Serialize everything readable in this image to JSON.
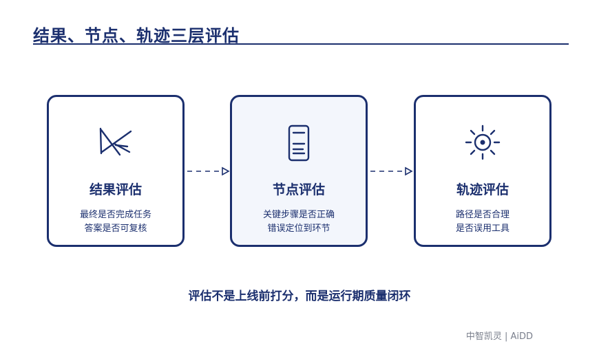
{
  "title": "结果、节点、轨迹三层评估",
  "cards": [
    {
      "title": "结果评估",
      "desc_lines": [
        "最终是否完成任务",
        "答案是否可复核"
      ],
      "icon": "sketch-check-icon"
    },
    {
      "title": "节点评估",
      "desc_lines": [
        "关键步骤是否正确",
        "错误定位到环节"
      ],
      "icon": "document-list-icon"
    },
    {
      "title": "轨迹评估",
      "desc_lines": [
        "路径是否合理",
        "是否误用工具"
      ],
      "icon": "sun-radial-icon"
    }
  ],
  "summary": "评估不是上线前打分，而是运行期质量闭环",
  "brand": "中智凯灵 | AiDD",
  "colors": {
    "primary": "#1b2f6e",
    "active_card_bg": "#f3f6fc",
    "brand_text": "#7a7f8c"
  }
}
